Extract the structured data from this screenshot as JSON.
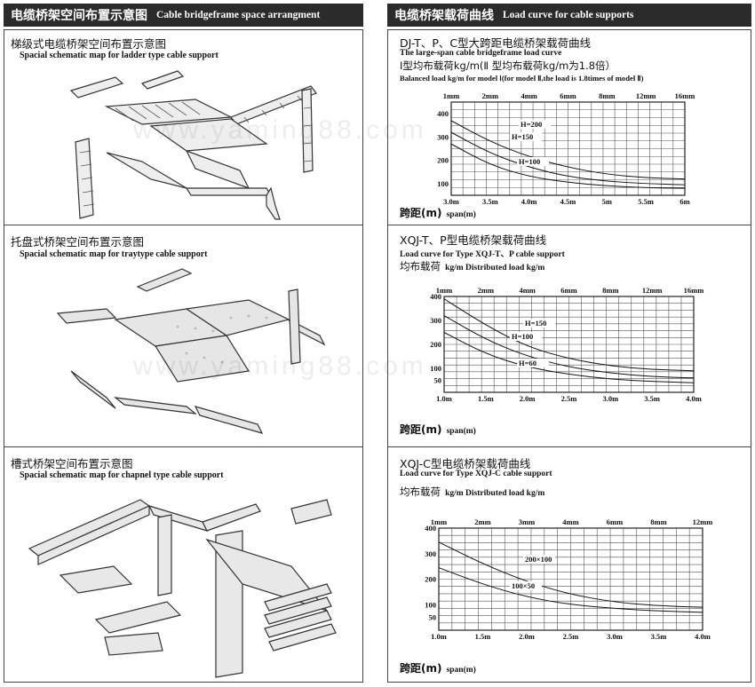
{
  "left": {
    "header_zh": "电缆桥架空间布置示意图",
    "header_en": "Cable bridgeframe space arrangment",
    "sections": [
      {
        "title_zh": "梯级式电缆桥架空间布置示意图",
        "title_en": "Spacial schematic map for ladder type cable support"
      },
      {
        "title_zh": "托盘式桥架空间布置示意图",
        "title_en": "Spacial schematic map for traytype cable support"
      },
      {
        "title_zh": "槽式桥架空间布置示意图",
        "title_en": "Spacial schematic map for chapnel type cable support"
      }
    ]
  },
  "right": {
    "header_zh": "电缆桥架载荷曲线",
    "header_en": "Load curve for cable supports",
    "chart1_title_zh": "DJ-T、P、C型大跨距电缆桥架载荷曲线",
    "chart1_title_en": "The large-span cable bridgeframe load curve",
    "chart1_sub_zh": "I型均布载荷kg/m(Ⅱ 型均布载荷kg/m为1.8倍）",
    "chart1_sub_en": "Balanced load kg/m for model Ⅰ(for model Ⅱ,the load is 1.8times of model Ⅱ)",
    "chart2_title_zh": "XQJ-T、P型电缆桥架载荷曲线",
    "chart2_title_en": "Load curve for Type XQJ-T、P cable support",
    "chart2_sub_zh": "均布载荷",
    "chart2_sub_en": "kg/m Distributed load kg/m",
    "chart3_title_zh": "XQJ-C型电缆桥架载荷曲线",
    "chart3_title_en": "Load curve for Type XQJ-C cable support",
    "chart3_sub_zh": "均布载荷",
    "chart3_sub_en": "kg/m Distributed load kg/m",
    "span_label_zh": "跨距(m)",
    "span_label_en": "span(m)"
  },
  "watermark": "www.yaming88.com",
  "chart_data": [
    {
      "type": "line",
      "x_ticks": [
        "3.0m",
        "3.5m",
        "4.0m",
        "4.5m",
        "5m",
        "5.5m",
        "6m"
      ],
      "top_ticks": [
        "1mm",
        "2mm",
        "4mm",
        "6mm",
        "8mm",
        "12mm",
        "16mm"
      ],
      "y_ticks": [
        100,
        200,
        300,
        400
      ],
      "ylim": [
        50,
        450
      ],
      "xlim": [
        3.0,
        6.0
      ],
      "series": [
        {
          "name": "H=200",
          "x": [
            3.0,
            3.5,
            4.0,
            4.5,
            5.0,
            5.5,
            6.0
          ],
          "y": [
            370,
            280,
            215,
            170,
            140,
            125,
            120
          ]
        },
        {
          "name": "H=150",
          "x": [
            3.0,
            3.5,
            4.0,
            4.5,
            5.0,
            5.5,
            6.0
          ],
          "y": [
            320,
            230,
            170,
            130,
            110,
            100,
            95
          ]
        },
        {
          "name": "H=100",
          "x": [
            3.0,
            3.5,
            4.0,
            4.5,
            5.0,
            5.5,
            6.0
          ],
          "y": [
            270,
            180,
            130,
            105,
            90,
            82,
            80
          ]
        }
      ]
    },
    {
      "type": "line",
      "x_ticks": [
        "1.0m",
        "1.5m",
        "2.0m",
        "2.5m",
        "3.0m",
        "3.5m",
        "4.0m"
      ],
      "top_ticks": [
        "1mm",
        "2mm",
        "4mm",
        "6mm",
        "8mm",
        "12mm",
        "16mm"
      ],
      "y_ticks": [
        50,
        100,
        200,
        300,
        400
      ],
      "ylim": [
        0,
        400
      ],
      "xlim": [
        1.0,
        4.0
      ],
      "series": [
        {
          "name": "H=150",
          "x": [
            1.0,
            1.5,
            2.0,
            2.5,
            3.0,
            3.5,
            4.0
          ],
          "y": [
            390,
            280,
            190,
            140,
            110,
            95,
            90
          ]
        },
        {
          "name": "H=100",
          "x": [
            1.0,
            1.5,
            2.0,
            2.5,
            3.0,
            3.5,
            4.0
          ],
          "y": [
            320,
            220,
            150,
            105,
            80,
            65,
            60
          ]
        },
        {
          "name": "H=60",
          "x": [
            1.0,
            1.5,
            2.0,
            2.5,
            3.0,
            3.5,
            4.0
          ],
          "y": [
            250,
            160,
            105,
            75,
            55,
            45,
            40
          ]
        }
      ]
    },
    {
      "type": "line",
      "x_ticks": [
        "1.0m",
        "1.5m",
        "2.0m",
        "2.5m",
        "3.0m",
        "3.5m",
        "4.0m"
      ],
      "top_ticks": [
        "1mm",
        "2mm",
        "3mm",
        "4mm",
        "6mm",
        "8mm",
        "12mm"
      ],
      "y_ticks": [
        50,
        100,
        200,
        300,
        400
      ],
      "ylim": [
        0,
        400
      ],
      "xlim": [
        1.0,
        4.0
      ],
      "series": [
        {
          "name": "200×100",
          "x": [
            1.0,
            1.5,
            2.0,
            2.5,
            3.0,
            3.5,
            4.0
          ],
          "y": [
            345,
            260,
            190,
            140,
            110,
            95,
            90
          ]
        },
        {
          "name": "100×50",
          "x": [
            1.0,
            1.5,
            2.0,
            2.5,
            3.0,
            3.5,
            4.0
          ],
          "y": [
            245,
            180,
            130,
            100,
            85,
            75,
            70
          ]
        }
      ]
    }
  ]
}
